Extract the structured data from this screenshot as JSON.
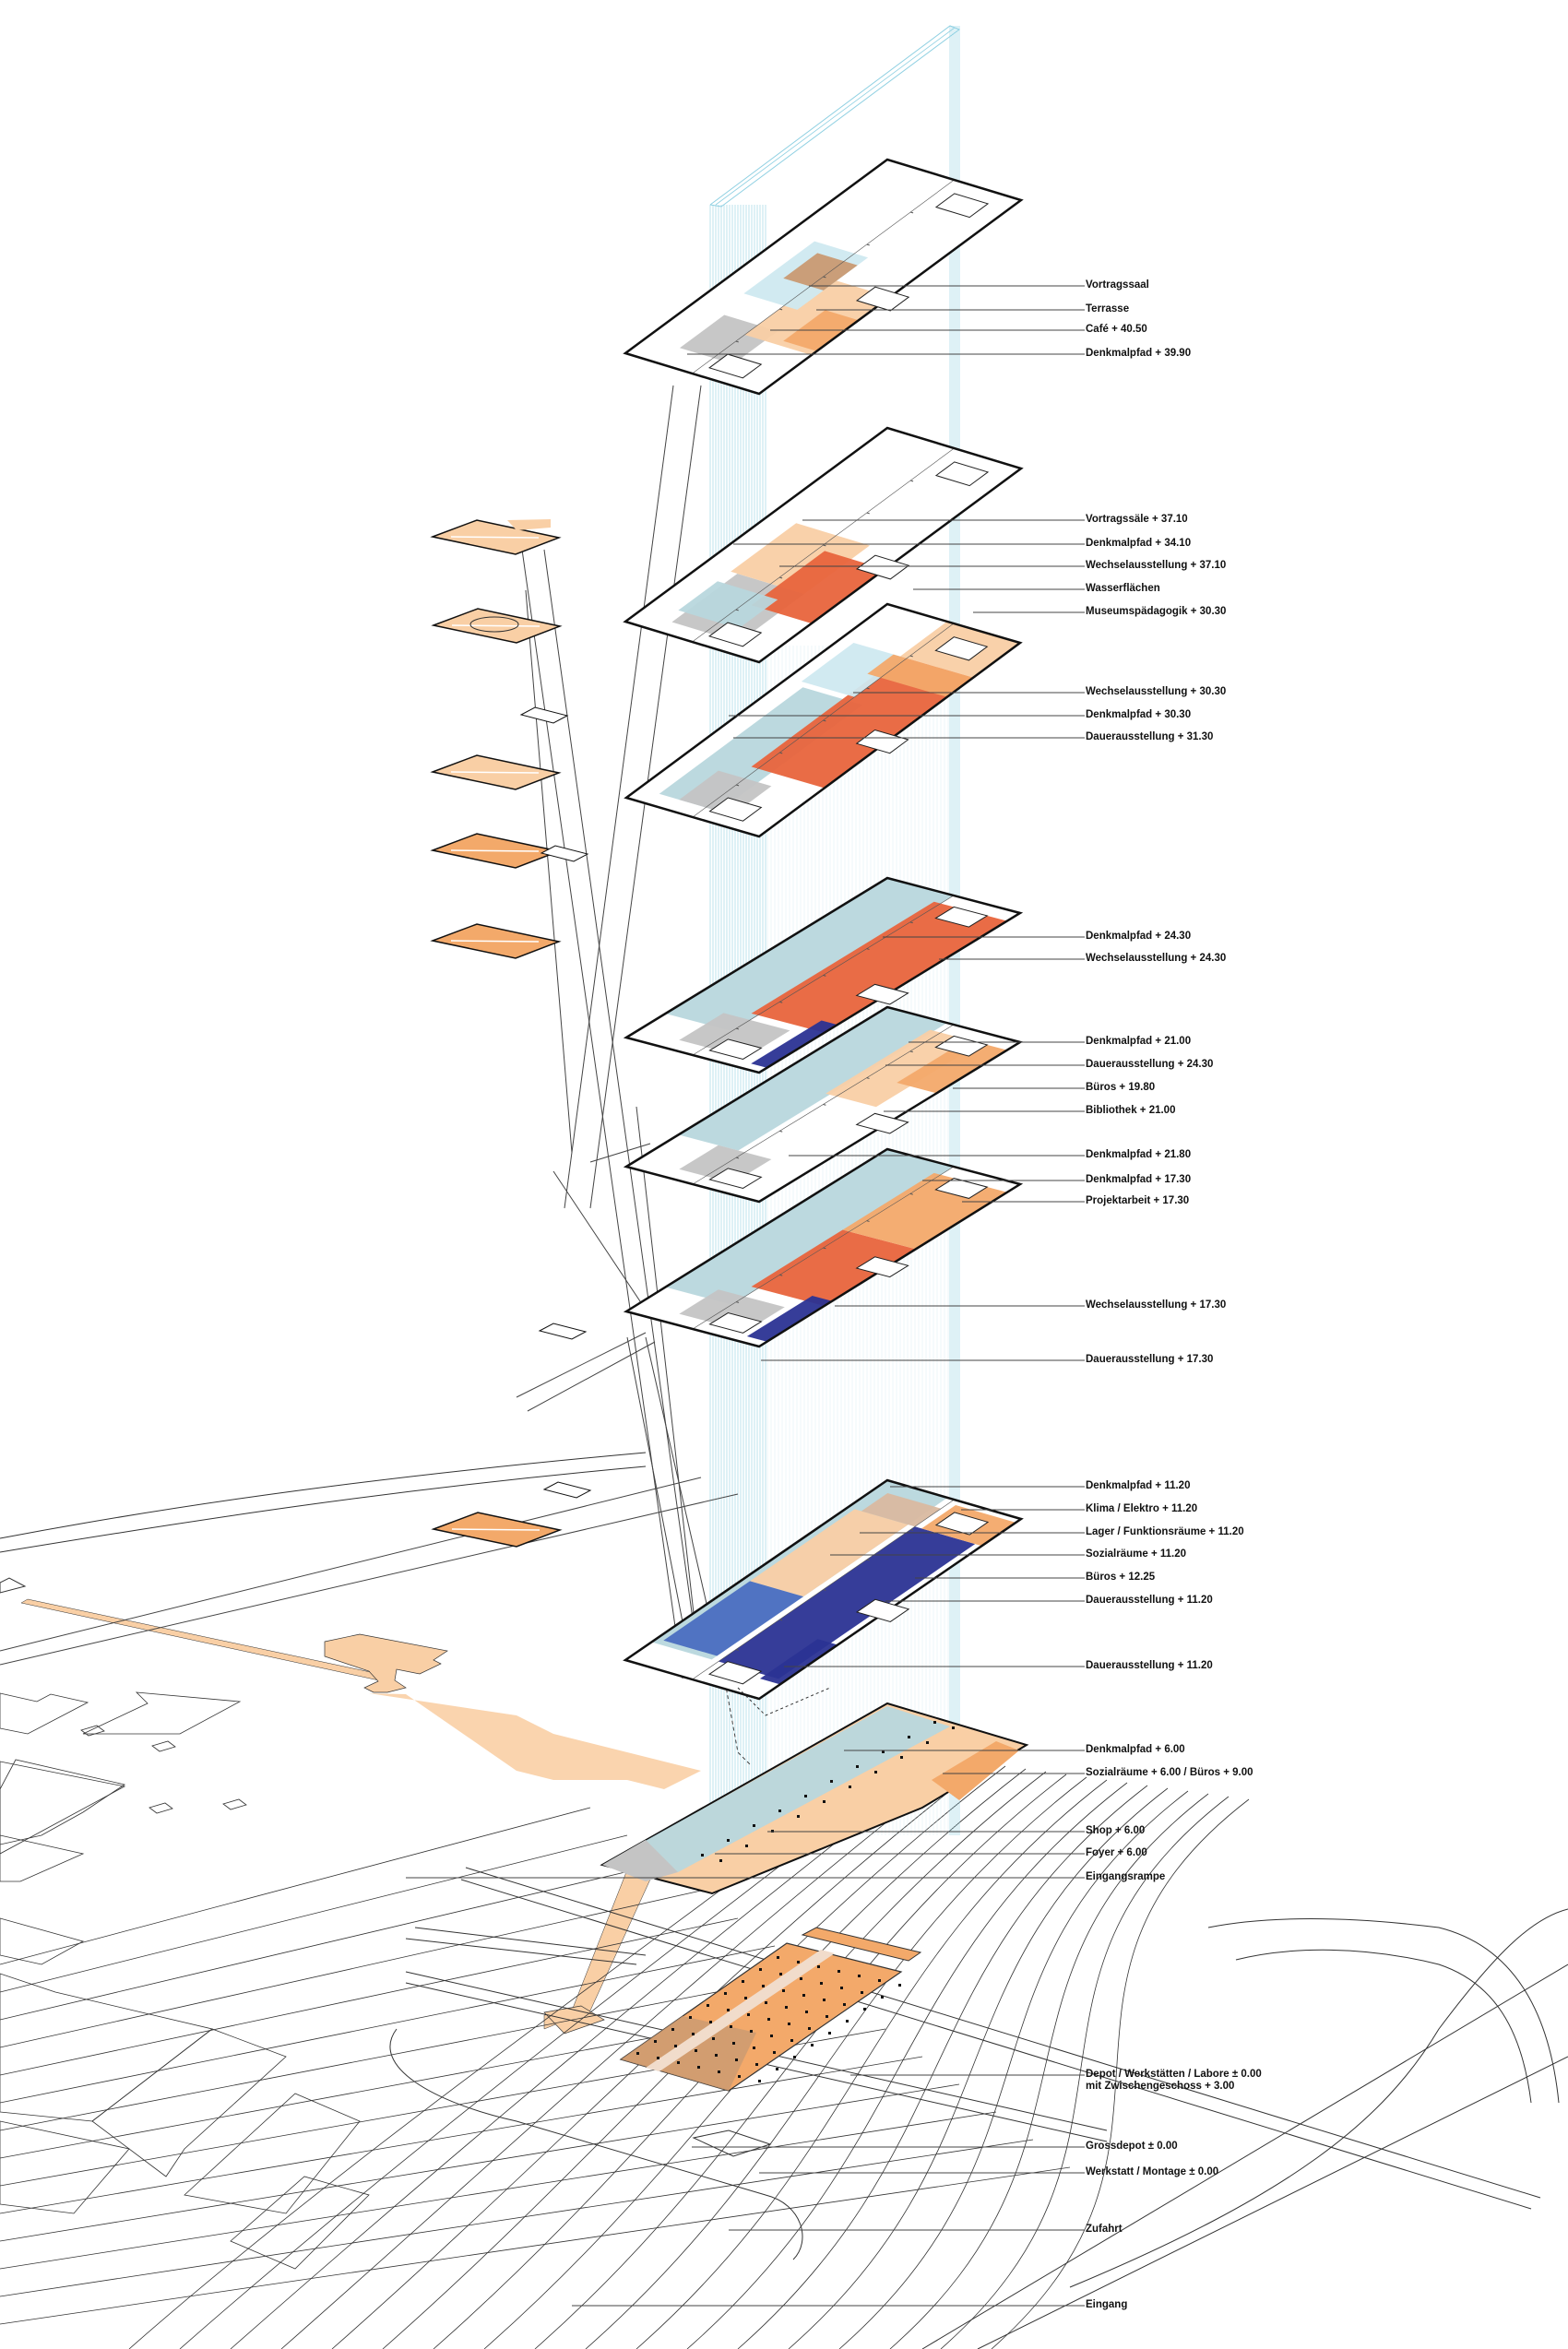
{
  "colors": {
    "tower": "#8fd0e2",
    "gray": "#c4c4c4",
    "blue_gray": "#b8d7dd",
    "red": "#e8643c",
    "light_orange": "#f9cfa5",
    "mid_orange": "#f3a96a",
    "navy": "#2b3393",
    "blue": "#4a6ec0",
    "water": "#cfe9f0",
    "tan": "#d9b9a0",
    "brown": "#c99a72",
    "line": "#333333"
  },
  "labels": [
    {
      "text": "Vortragssaal"
    },
    {
      "text": "Terrasse"
    },
    {
      "text": "Café  + 40.50"
    },
    {
      "text": "Denkmalpfad  + 39.90"
    },
    {
      "text": "Vortragssäle  + 37.10"
    },
    {
      "text": "Denkmalpfad  + 34.10"
    },
    {
      "text": "Wechselausstellung  + 37.10"
    },
    {
      "text": "Wasserflächen"
    },
    {
      "text": "Museumspädagogik  + 30.30"
    },
    {
      "text": "Wechselausstellung  + 30.30"
    },
    {
      "text": "Denkmalpfad  + 30.30"
    },
    {
      "text": "Dauerausstellung  + 31.30"
    },
    {
      "text": "Denkmalpfad  + 24.30"
    },
    {
      "text": "Wechselausstellung  + 24.30"
    },
    {
      "text": "Denkmalpfad  + 21.00"
    },
    {
      "text": "Dauerausstellung  + 24.30"
    },
    {
      "text": "Büros  + 19.80"
    },
    {
      "text": "Bibliothek  + 21.00"
    },
    {
      "text": "Denkmalpfad  + 21.80"
    },
    {
      "text": "Denkmalpfad  + 17.30"
    },
    {
      "text": "Projektarbeit  + 17.30"
    },
    {
      "text": "Wechselausstellung  + 17.30"
    },
    {
      "text": "Dauerausstellung  + 17.30"
    },
    {
      "text": "Denkmalpfad  + 11.20"
    },
    {
      "text": "Klima / Elektro  + 11.20"
    },
    {
      "text": "Lager / Funktionsräume  + 11.20"
    },
    {
      "text": "Sozialräume  + 11.20"
    },
    {
      "text": "Büros  + 12.25"
    },
    {
      "text": "Dauerausstellung  + 11.20"
    },
    {
      "text": "Dauerausstellung  + 11.20"
    },
    {
      "text": "Denkmalpfad  + 6.00"
    },
    {
      "text": "Sozialräume  + 6.00 / Büros  + 9.00"
    },
    {
      "text": "Shop  + 6.00"
    },
    {
      "text": "Foyer  + 6.00"
    },
    {
      "text": "Eingangsrampe"
    },
    {
      "text": "Depot / Werkstätten / Labore  ± 0.00",
      "text2": "mit Zwischengeschoss  + 3.00"
    },
    {
      "text": "Grossdepot  ± 0.00"
    },
    {
      "text": "Werkstatt / Montage  ± 0.00"
    },
    {
      "text": "Zufahrt"
    },
    {
      "text": "Eingang"
    }
  ]
}
